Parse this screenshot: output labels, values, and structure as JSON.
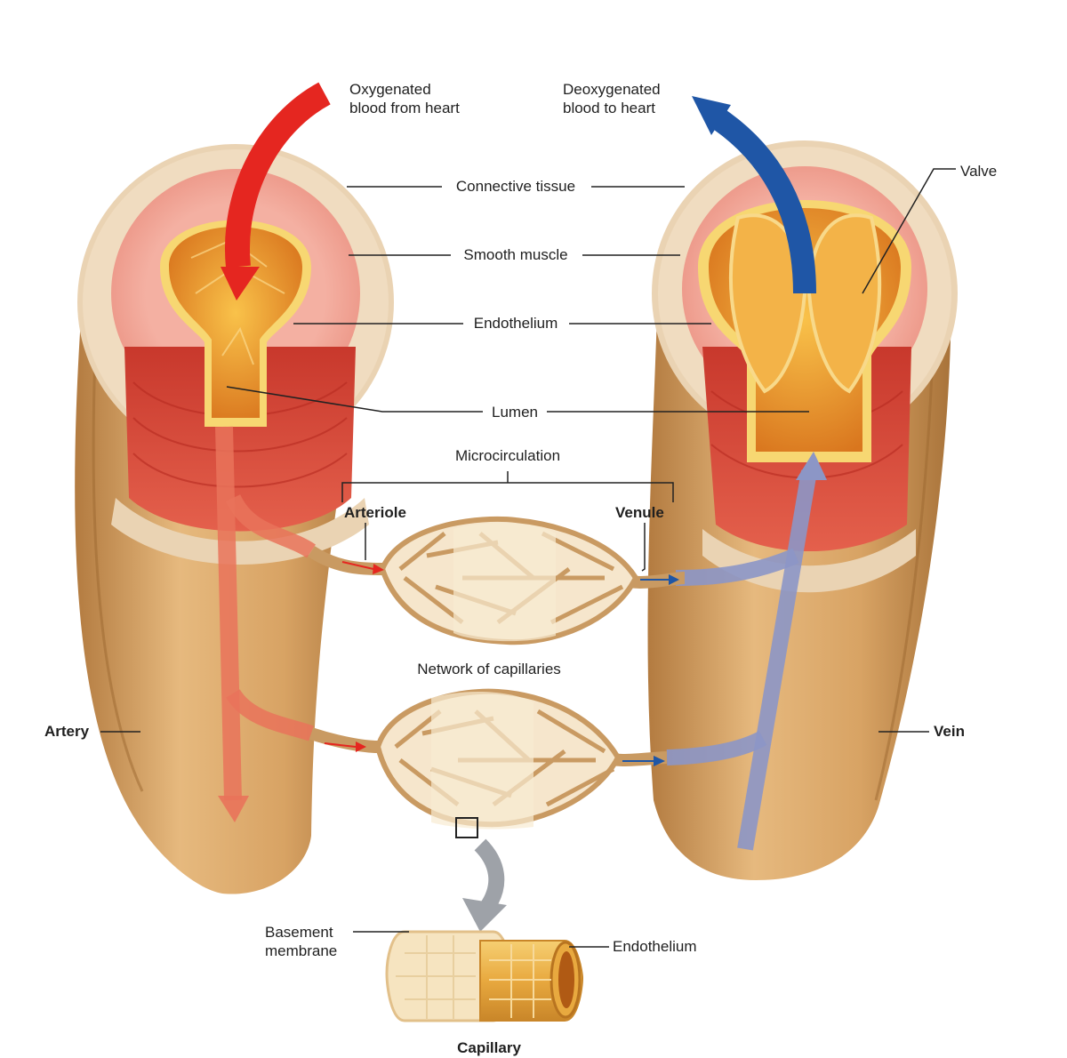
{
  "labels": {
    "oxygenated_1": "Oxygenated",
    "oxygenated_2": "blood from heart",
    "deoxygenated_1": "Deoxygenated",
    "deoxygenated_2": "blood to heart",
    "connective_tissue": "Connective tissue",
    "smooth_muscle": "Smooth muscle",
    "endothelium_vessel": "Endothelium",
    "lumen": "Lumen",
    "valve": "Valve",
    "microcirculation": "Microcirculation",
    "arteriole": "Arteriole",
    "venule": "Venule",
    "network_of_capillaries": "Network of capillaries",
    "artery": "Artery",
    "vein": "Vein",
    "basement_1": "Basement",
    "basement_2": "membrane",
    "endothelium_capillary": "Endothelium",
    "capillary": "Capillary"
  },
  "colors": {
    "vessel_outer": "#d9a96a",
    "vessel_dark": "#b88345",
    "connective": "#f1dcc0",
    "smooth_muscle": "#f0a59a",
    "muscle_red": "#d94a3a",
    "endothelium": "#f7d772",
    "lumen": "#f2a23a",
    "oxygen_arrow": "#e52620",
    "deoxy_arrow": "#1f56a6",
    "artery_flow": "#e9735a",
    "vein_flow": "#8c96c6",
    "capillary_fill": "#f6e6cc",
    "callout_arrow": "#9ea2a8"
  }
}
